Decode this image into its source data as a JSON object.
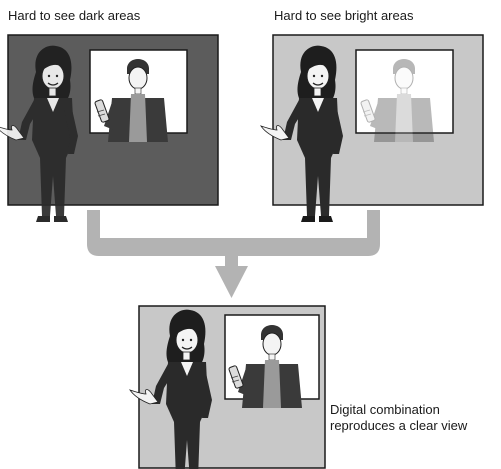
{
  "labels": {
    "dark": "Hard to see dark areas",
    "bright": "Hard to see bright areas"
  },
  "caption": {
    "line1": "Digital combination",
    "line2": "reproduces a clear view"
  },
  "colors": {
    "dark_panel_bg": "#5c5c5c",
    "bright_panel_bg": "#c8c8c8",
    "result_panel_bg": "#c8c8c8",
    "inset_bg": "#ffffff",
    "arrow": "#b3b3b3",
    "frame": "#1a1a1a"
  }
}
